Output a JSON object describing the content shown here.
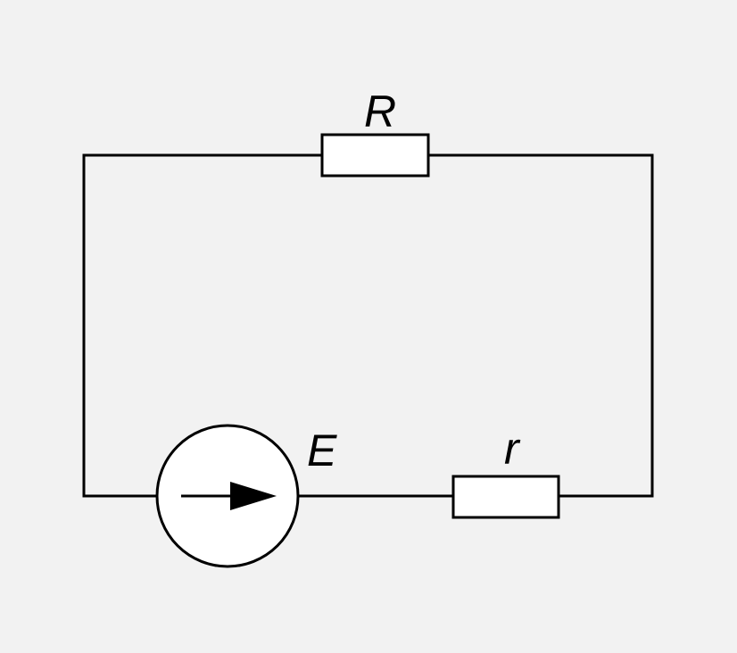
{
  "diagram": {
    "labels": {
      "external_resistor": "R",
      "emf_source": "E",
      "internal_resistor": "r"
    },
    "colors": {
      "background": "#f2f2f2",
      "stroke": "#000000",
      "fill": "#ffffff"
    }
  }
}
